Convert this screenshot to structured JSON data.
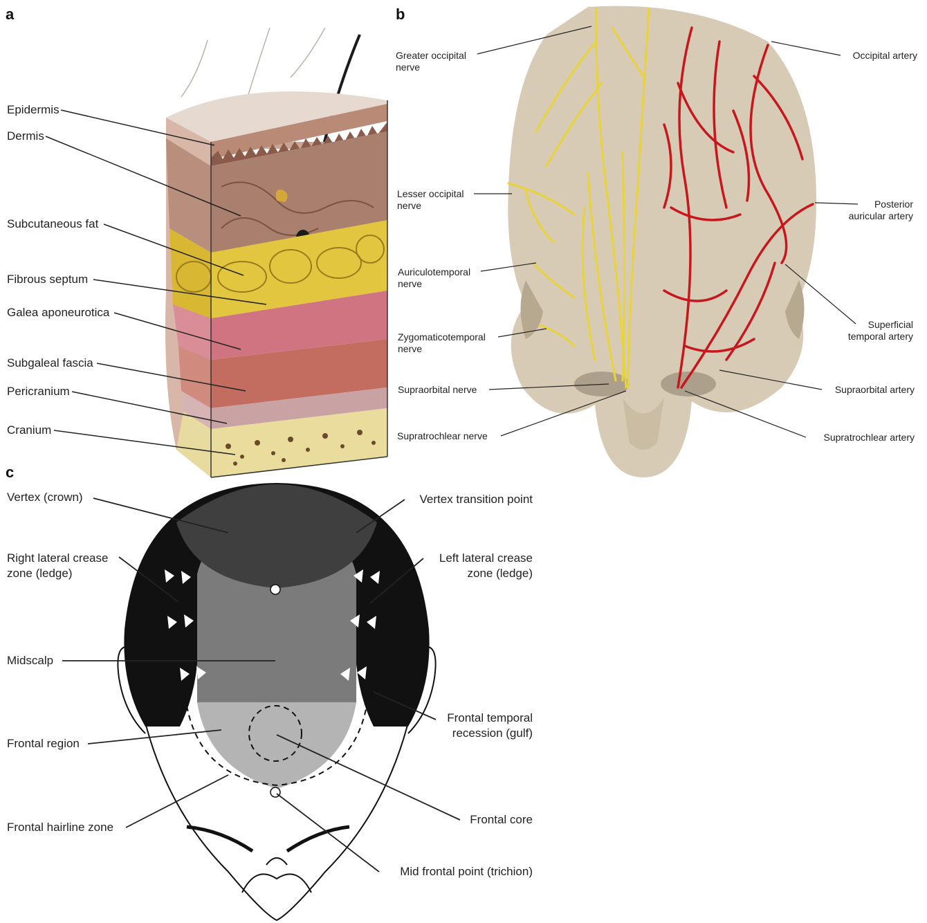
{
  "panels": {
    "a": {
      "letter": "a",
      "labels": {
        "epidermis": "Epidermis",
        "dermis": "Dermis",
        "subcutaneous_fat": "Subcutaneous fat",
        "fibrous_septum": "Fibrous septum",
        "galea": "Galea aponeurotica",
        "subgaleal": "Subgaleal fascia",
        "pericranium": "Pericranium",
        "cranium": "Cranium"
      }
    },
    "b": {
      "letter": "b",
      "labels": {
        "greater_occipital_1": "Greater occipital",
        "greater_occipital_2": "nerve",
        "lesser_occipital_1": "Lesser occipital",
        "lesser_occipital_2": "nerve",
        "auriculotemporal_1": "Auriculotemporal",
        "auriculotemporal_2": "nerve",
        "zygomaticotemporal_1": "Zygomaticotemporal",
        "zygomaticotemporal_2": "nerve",
        "supraorbital_nerve": "Supraorbital nerve",
        "supratrochlear_nerve": "Supratrochlear nerve",
        "occipital_artery": "Occipital artery",
        "posterior_auricular_1": "Posterior",
        "posterior_auricular_2": "auricular artery",
        "superficial_temporal_1": "Superficial",
        "superficial_temporal_2": "temporal artery",
        "supraorbital_artery": "Supraorbital artery",
        "supratrochlear_artery": "Supratrochlear artery"
      }
    },
    "c": {
      "letter": "c",
      "labels": {
        "vertex": "Vertex (crown)",
        "right_lateral_1": "Right lateral crease",
        "right_lateral_2": "zone (ledge)",
        "midscalp": "Midscalp",
        "frontal_region": "Frontal region",
        "frontal_hairline": "Frontal hairline zone",
        "vertex_transition": "Vertex transition point",
        "left_lateral_1": "Left lateral crease",
        "left_lateral_2": "zone (ledge)",
        "frontal_temporal_1": "Frontal temporal",
        "frontal_temporal_2": "recession (gulf)",
        "frontal_core": "Frontal core",
        "mid_frontal_point": "Mid frontal point (trichion)"
      }
    }
  },
  "colors": {
    "nerve": "#e8d43a",
    "artery": "#c8161d",
    "fat": "#e2c640",
    "skull": "#d8cbb6",
    "hair_dark": "#111111",
    "crown": "#3f3f3f",
    "midscalp": "#7b7b7b",
    "frontal": "#b4b4b4"
  }
}
